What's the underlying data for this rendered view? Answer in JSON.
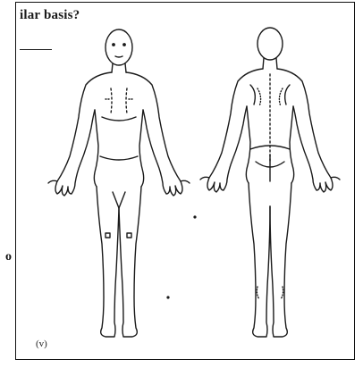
{
  "page": {
    "heading": "ilar basis?",
    "side_letter": "o",
    "caption": "(v)"
  },
  "figures": [
    {
      "label": "front view body outline",
      "name": "body-figure-front"
    },
    {
      "label": "back view body outline",
      "name": "body-figure-back"
    }
  ]
}
